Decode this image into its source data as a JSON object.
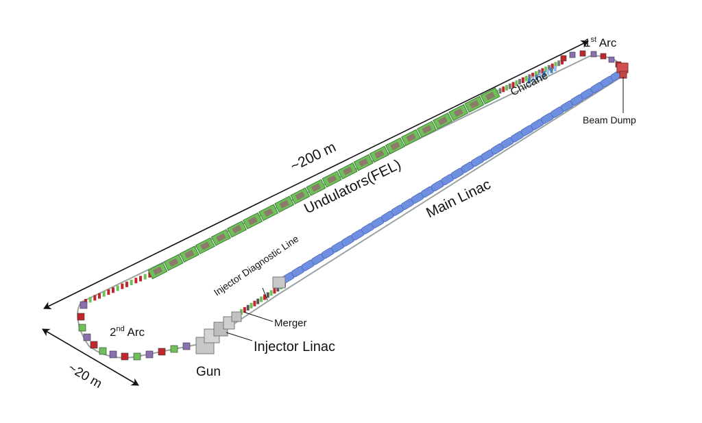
{
  "labels": {
    "first_arc_num": "1",
    "first_arc_sup": "st",
    "first_arc_word": " Arc",
    "second_arc_num": "2",
    "second_arc_sup": "nd",
    "second_arc_word": " Arc",
    "chicane": "Chicane",
    "beam_dump": "Beam Dump",
    "length_200": "~200 m",
    "undulators": "Undulators(FEL)",
    "main_linac": "Main Linac",
    "injector_diag": "Injector Diagnostic Line",
    "merger": "Merger",
    "injector_linac": "Injector Linac",
    "gun": "Gun",
    "width_20": "~20 m"
  },
  "colors": {
    "undulator": "#6fbf5a",
    "undulator_dark": "#3e7d35",
    "magnet_red": "#c0282d",
    "linac_blue": "#6f8fe0",
    "linac_dark": "#4a66b8",
    "arc_purple": "#8a70b0",
    "gun_gray": "#b8b8b8",
    "dump_red": "#d05050"
  }
}
